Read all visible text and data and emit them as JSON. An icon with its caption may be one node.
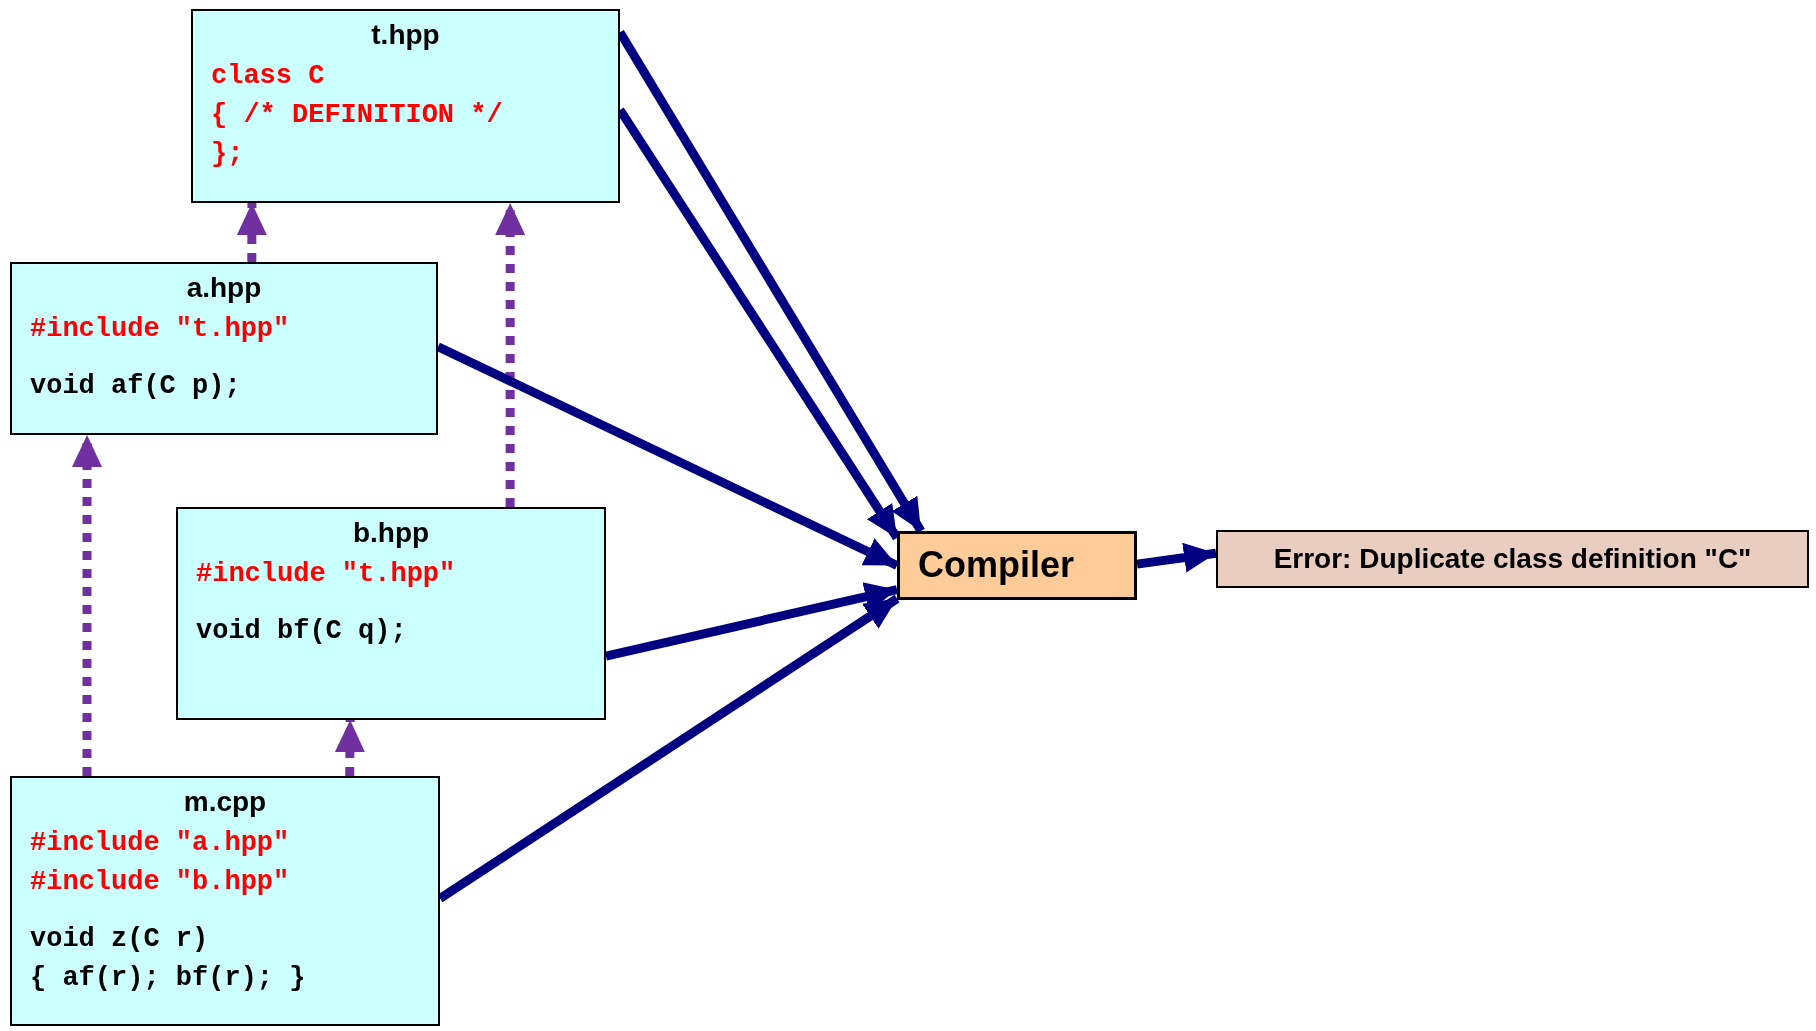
{
  "diagram": {
    "nodes": [
      {
        "text": [
          "t.hpp",
          "class C",
          "{ /* DEFINITION */",
          "};"
        ]
      },
      {
        "text": [
          "a.hpp",
          "#include \"t.hpp\"",
          "void af(C p);"
        ]
      },
      {
        "text": [
          "b.hpp",
          "#include \"t.hpp\"",
          "void bf(C q);"
        ]
      },
      {
        "text": [
          "m.cpp",
          "#include \"a.hpp\"",
          "#include \"b.hpp\"",
          "void z(C r)",
          "{ af(r); bf(r); }"
        ]
      },
      {
        "text": [
          "Compiler"
        ]
      },
      {
        "text": [
          "Error: Duplicate class definition \"C\""
        ]
      }
    ],
    "edges": [
      {
        "from": 1,
        "to": 0,
        "arrow": "to",
        "style": "dashed",
        "color": "#7030a0"
      },
      {
        "from": 2,
        "to": 0,
        "arrow": "to",
        "style": "dashed",
        "color": "#7030a0"
      },
      {
        "from": 3,
        "to": 1,
        "arrow": "to",
        "style": "dashed",
        "color": "#7030a0"
      },
      {
        "from": 3,
        "to": 2,
        "arrow": "to",
        "style": "dashed",
        "color": "#7030a0"
      },
      {
        "from": 0,
        "to": 4,
        "arrow": "to"
      },
      {
        "from": 0,
        "to": 4,
        "arrow": "to"
      },
      {
        "from": 1,
        "to": 4,
        "arrow": "to"
      },
      {
        "from": 2,
        "to": 4,
        "arrow": "to"
      },
      {
        "from": 3,
        "to": 4,
        "arrow": "to"
      },
      {
        "from": 4,
        "to": 5,
        "arrow": "to"
      }
    ]
  }
}
